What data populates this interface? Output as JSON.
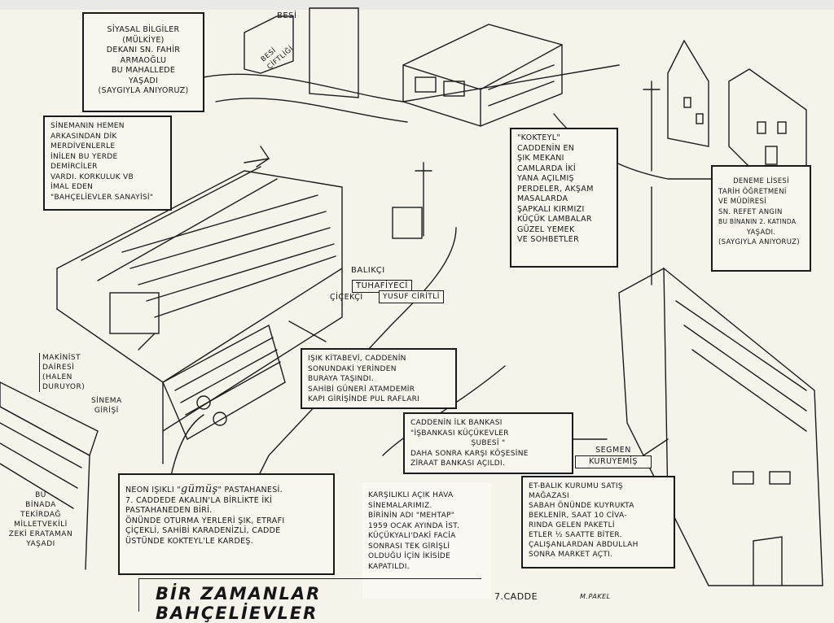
{
  "title": "BİR ZAMANLAR BAHÇELİEVLER",
  "street": "7.CADDE",
  "signature": "M.PAKEL",
  "notes": {
    "siyasal": [
      "SİYASAL BİLGİLER",
      "(MÜLKİYE)",
      "DEKANI Sn. FAHİR",
      "ARMAOĞLU",
      "BU MAHALLEDE",
      "YAŞADI",
      "(SAYGIYLA ANIYORUZ)"
    ],
    "sinema_arkasi": [
      "SİNEMANIN HEMEN",
      "ARKASINDAN DİK",
      "MERDİVENLERLE",
      "İNİLEN BU YERDE",
      "DEMİRCİLER",
      "VARDI. KORKULUK vb",
      "İMAL EDEN",
      "\"BAHÇELİEVLER SANAYİSİ\""
    ],
    "kokteyl": [
      "\"KOKTEYL\"",
      "CADDENİN EN",
      "ŞIK MEKANI",
      "CAMLARDA İKİ",
      "YANA AÇILMIŞ",
      "PERDELER, AKŞAM",
      "MASALARDA",
      "ŞAPKALI KIRMIZI",
      "KÜÇÜK LAMBALAR",
      "GÜZEL YEMEK",
      "VE SOHBETLER"
    ],
    "deneme": [
      "DENEME LİSESİ",
      "TARİH ÖĞRETMENİ",
      "VE MÜDİRESİ",
      "Sn. REFET ANGIN",
      "BU BİNANIN 2. KATINDA",
      "YAŞADI.",
      "(SAYGIYLA ANIYORUZ)"
    ],
    "isik_kitabevi": [
      "IŞIK KİTABEVİ, CADDENİN",
      "SONUNDAKİ YERİNDEN",
      "BURAYA TAŞINDI.",
      "SAHİBİ GÜNERİ ATAMDEMİR",
      "KAPI GİRİŞİNDE PUL RAFLARI"
    ],
    "banka": [
      "CADDENİN İLK BANKASI",
      "\"İŞBANKASI KÜÇÜKEVLER",
      "ŞUBESİ \"",
      "DAHA SONRA KARŞI KÖŞESİNE",
      "ZİRAAT BANKASI AÇILDI."
    ],
    "pastane": {
      "line1_pre": "NEON IŞIKLI \"",
      "line1_name": "gümüş",
      "line1_post": "\" PASTAHANESİ.",
      "lines": [
        "7. CADDEDE AKALIN'LA BİRLİKTE İKİ",
        "PASTAHANEDEN BİRİ.",
        "ÖNÜNDE OTURMA YERLERİ ŞIK, ETRAFI",
        "ÇİÇEKLİ, SAHİBİ KARADENİZLİ, CADDE",
        "ÜSTÜNDE KOKTEYL'LE KARDEŞ."
      ]
    },
    "sinemalar": [
      "KARŞILIKLI AÇIK HAVA",
      "SİNEMALARIMIZ.",
      "BİRİNİN ADI \"MEHTAP\"",
      "1959 OCAK AYINDA İST.",
      "KÜÇÜKYALI'DAKİ FACİA",
      "SONRASI TEK GİRİŞLİ",
      "OLDUĞU İÇİN İKİSİDE",
      "KAPATILDI."
    ],
    "et_balik": [
      "ET-BALIK KURUMU SATIŞ",
      "MAĞAZASI",
      "SABAH ÖNÜNDE KUYRUKTA",
      "BEKLENİR, SAAT 10 CİVA-",
      "RINDA GELEN PAKETLİ",
      "ETLER ½ SAATTE BİTER.",
      "ÇALIŞANLARDAN ABDULLAH",
      "SONRA MARKET AÇTI."
    ],
    "makinist": [
      "MAKİNİST",
      "DAİRESİ",
      "(HALEN",
      "DURUYOR)"
    ],
    "tekirdag": [
      "BU",
      "BİNADA",
      "TEKİRDAĞ",
      "MİLLETVEKİLİ",
      "ZEKİ ERATAMAN",
      "YAŞADI"
    ]
  },
  "labels": {
    "besi": "BESİ",
    "besi_ciftligi": [
      "BESİ",
      "ÇİFTLİĞİ"
    ],
    "sinema_girisi": [
      "SİNEMA",
      "GİRİŞİ"
    ],
    "balikci": "BALIKÇI",
    "tuhafiyeci": "TUHAFİYECİ",
    "yusuf_ciritli": "YUSUF CİRİTLİ",
    "cicekci": "ÇİÇEKÇİ",
    "segmen": "SEGMEN",
    "kuruyemis": "KURUYEMİŞ"
  }
}
